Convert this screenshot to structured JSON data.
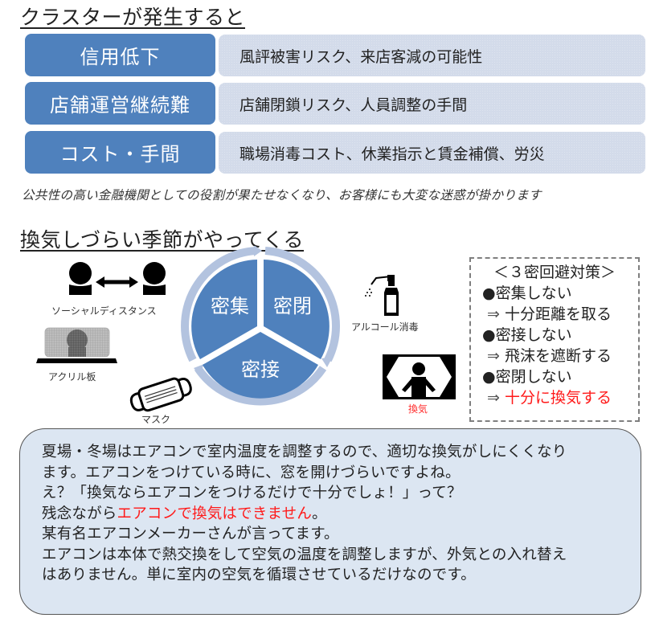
{
  "section1": {
    "title": "クラスターが発生すると",
    "rows": [
      {
        "label": "信用低下",
        "content": "風評被害リスク、来店客減の可能性"
      },
      {
        "label": "店舗運営継続難",
        "content": "店舗閉鎖リスク、人員調整の手間"
      },
      {
        "label": "コスト・手間",
        "content": "職場消毒コスト、休業指示と賃金補償、労災"
      }
    ],
    "note": "公共性の高い金融機関としての役割が果たせなくなり、お客様にも大変な迷惑が掛かります"
  },
  "section2": {
    "title": "換気しづらい季節がやってくる",
    "icons": {
      "social_distance": {
        "icon": "two-people-arrow-icon",
        "caption": "ソーシャルディスタンス"
      },
      "acrylic": {
        "icon": "acrylic-partition-icon",
        "caption": "アクリル板"
      },
      "mask": {
        "icon": "mask-icon",
        "caption": "マスク"
      },
      "alcohol": {
        "icon": "spray-bottle-icon",
        "caption": "アルコール消毒"
      },
      "ventilation": {
        "icon": "open-window-person-icon",
        "caption": "換気"
      }
    },
    "cycle": {
      "segments": [
        "密集",
        "密閉",
        "密接"
      ],
      "colors": {
        "segment": "#4f81bd",
        "ring": "#b3c3df"
      }
    },
    "policy": {
      "title": "＜３密回避対策＞",
      "items": [
        {
          "bullet": "●",
          "label": "密集しない",
          "arrow": "⇒",
          "action": "十分距離を取る",
          "highlight": false
        },
        {
          "bullet": "●",
          "label": "密接しない",
          "arrow": "⇒",
          "action": "飛沫を遮断する",
          "highlight": false
        },
        {
          "bullet": "●",
          "label": "密閉しない",
          "arrow": "⇒",
          "action": "十分に換気する",
          "highlight": true
        }
      ]
    }
  },
  "info": {
    "lines": [
      "夏場・冬場はエアコンで室内温度を調整するので、適切な換気がしにくくなり",
      "ます。エアコンをつけている時に、窓を開けづらいですよね。",
      "え？「換気ならエアコンをつけるだけで十分でしょ！」って？"
    ],
    "line4_prefix": "残念ながら",
    "line4_highlight": "エアコンで換気はできません",
    "line4_suffix": "。",
    "lines_after": [
      "某有名エアコンメーカーさんが言ってます。",
      "エアコンは本体で熱交換をして空気の温度を調整しますが、外気との入れ替え",
      "はありません。単に室内の空気を循環させているだけなのです。"
    ]
  },
  "colors": {
    "accent_blue": "#4f81bd",
    "content_bg": "#d3dbea",
    "info_bg": "#dce6f2",
    "highlight_red": "#ff1a1a"
  }
}
